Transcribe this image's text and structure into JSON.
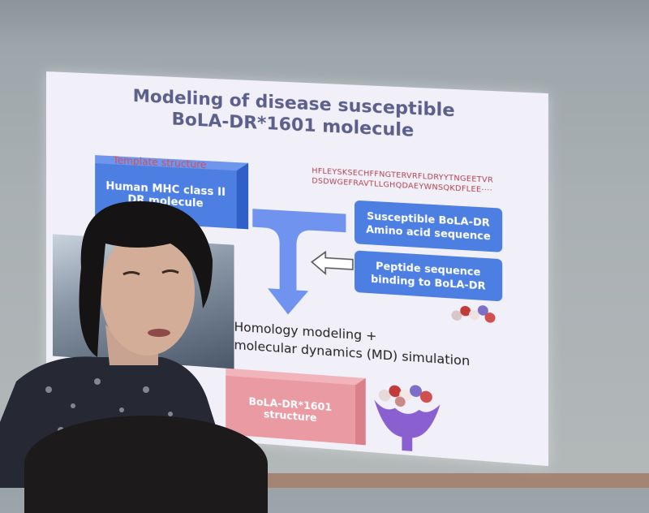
{
  "slide": {
    "title_line1": "Modeling of disease susceptible",
    "title_line2": "BoLA-DR*1601 molecule",
    "template_label": "Template structure",
    "template_box_line1": "Human MHC class II",
    "template_box_line2": "DR molecule",
    "sequence_line1": "HFLEYSKSECHFFNGTERVRFLDRYYTNGEETVR",
    "sequence_line2": "DSDWGEFRAVTLLGHQDAEYWNSQKDFLEE····",
    "pill1_line1": "Susceptible BoLA-DR",
    "pill1_line2": "Amino acid sequence",
    "pill2_line1": "Peptide sequence",
    "pill2_line2": "binding to BoLA-DR",
    "homology_line1": "Homology modeling +",
    "homology_line2": "molecular dynamics (MD) simulation",
    "result_line1": "BoLA-DR*1601",
    "result_line2": "structure"
  },
  "colors": {
    "slide_bg": "#f1f0f8",
    "title": "#5b5f8a",
    "blue_box": "#4d7fe3",
    "pink_box": "#e99aa3",
    "sequence_red": "#b04050",
    "molecule_purple": "#8a5fd0"
  },
  "icons": [
    "funnel-arrow-icon",
    "left-arrow-icon",
    "peptide-beads-icon",
    "mhc-molecule-icon"
  ]
}
